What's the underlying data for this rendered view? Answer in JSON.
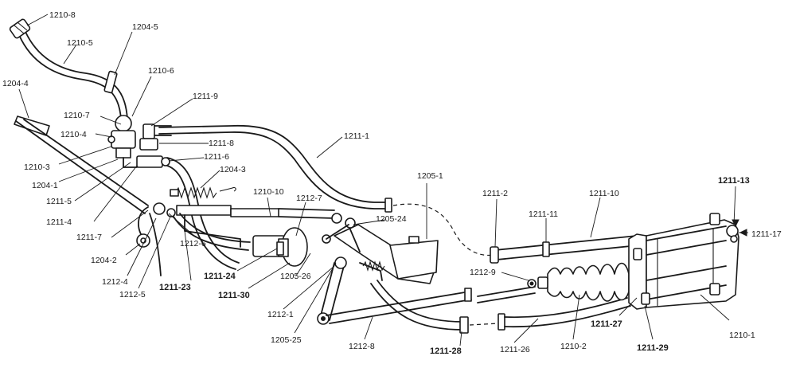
{
  "labels": {
    "l1210_8": "1210-8",
    "l1210_5": "1210-5",
    "l1204_5": "1204-5",
    "l1204_4": "1204-4",
    "l1210_6": "1210-6",
    "l1210_7": "1210-7",
    "l1211_9": "1211-9",
    "l1210_4": "1210-4",
    "l1211_8": "1211-8",
    "l1211_1": "1211-1",
    "l1210_3": "1210-3",
    "l1211_6": "1211-6",
    "l1204_1": "1204-1",
    "l1204_3": "1204-3",
    "l1211_5": "1211-5",
    "l1210_10": "1210-10",
    "l1212_7": "1212-7",
    "l1205_1": "1205-1",
    "l1211_4": "1211-4",
    "l1205_24": "1205-24",
    "l1211_2": "1211-2",
    "l1211_10": "1211-10",
    "l1211_13": "1211-13",
    "l1211_11": "1211-11",
    "l1211_17": "1211-17",
    "l1211_7": "1211-7",
    "l1212_6": "1212-6",
    "l1204_2": "1204-2",
    "l1212_9": "1212-9",
    "l1211_24": "1211-24",
    "l1212_4": "1212-4",
    "l1205_26": "1205-26",
    "l1211_23": "1211-23",
    "l1212_5": "1212-5",
    "l1211_30": "1211-30",
    "l1212_1": "1212-1",
    "l1211_27": "1211-27",
    "l1210_1": "1210-1",
    "l1205_25": "1205-25",
    "l1212_8": "1212-8",
    "l1211_28": "1211-28",
    "l1211_26": "1211-26",
    "l1210_2": "1210-2",
    "l1211_29": "1211-29"
  }
}
